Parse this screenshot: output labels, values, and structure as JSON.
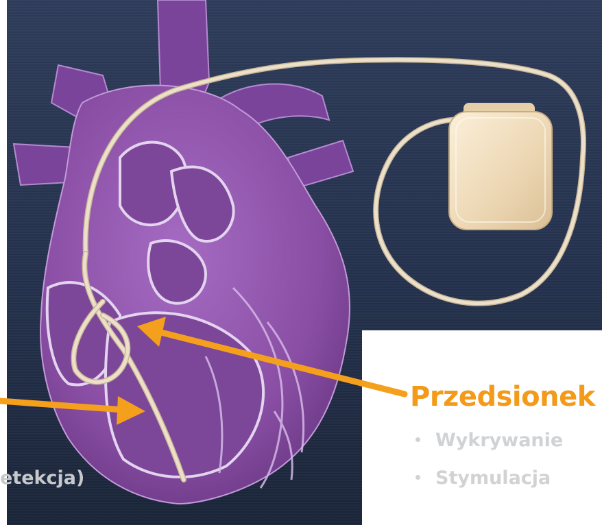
{
  "colors": {
    "background": "#1f2d47",
    "heart": "#8b4fa5",
    "heart_dark": "#6a3683",
    "heart_light": "#b58ad0",
    "lead": "#e9dcc4",
    "device": "#f0e0c2",
    "arrow": "#f5a01c",
    "title_orange": "#f39a1a",
    "bullet_text": "#d0d2d4",
    "ventricle_text": "#c7c9cc",
    "panel": "#ffffff"
  },
  "callouts": {
    "atrium": {
      "title": "Przedsionek",
      "bullets": [
        "Wykrywanie",
        "Stymulacja"
      ]
    },
    "ventricle": {
      "visible_text": "etekcja)"
    }
  }
}
